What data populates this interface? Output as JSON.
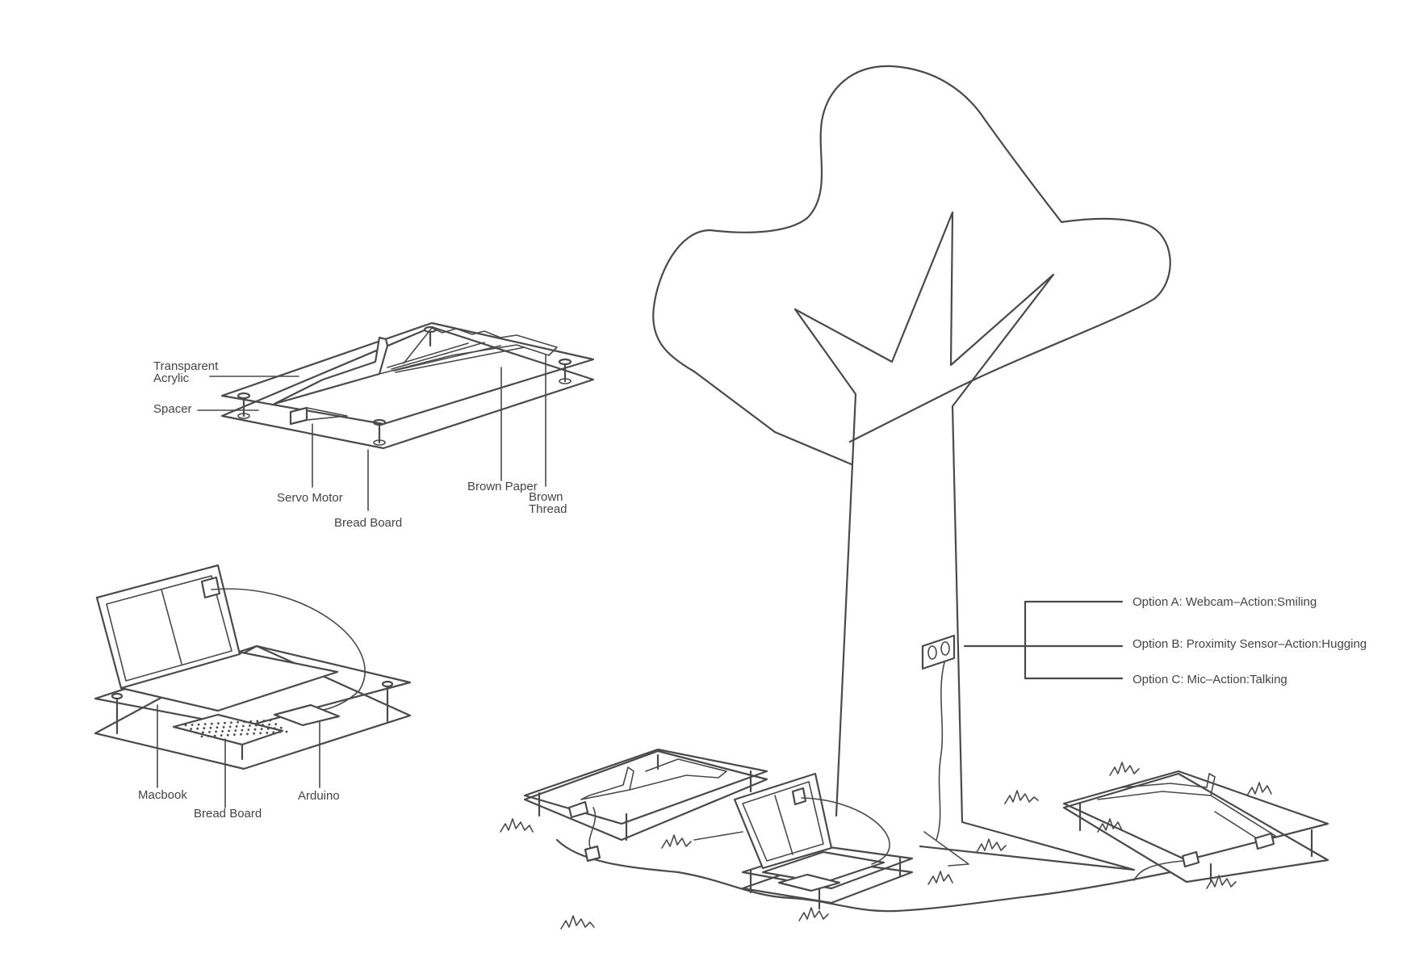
{
  "colors": {
    "stroke": "#4a4a4a",
    "text": "#444444",
    "background": "#ffffff"
  },
  "top_assembly": {
    "labels": {
      "transparent": "Transparent",
      "acrylic": "Acrylic",
      "spacer": "Spacer",
      "servo_motor": "Servo Motor",
      "bread_board": "Bread Board",
      "brown_paper": "Brown Paper",
      "brown": "Brown",
      "thread": "Thread"
    }
  },
  "laptop_assembly": {
    "labels": {
      "macbook": "Macbook",
      "bread_board": "Bread Board",
      "arduino": "Arduino"
    }
  },
  "sensor_options": [
    "Option A: Webcam–Action:Smiling",
    "Option B: Proximity Sensor–Action:Hugging",
    "Option C: Mic–Action:Talking"
  ]
}
